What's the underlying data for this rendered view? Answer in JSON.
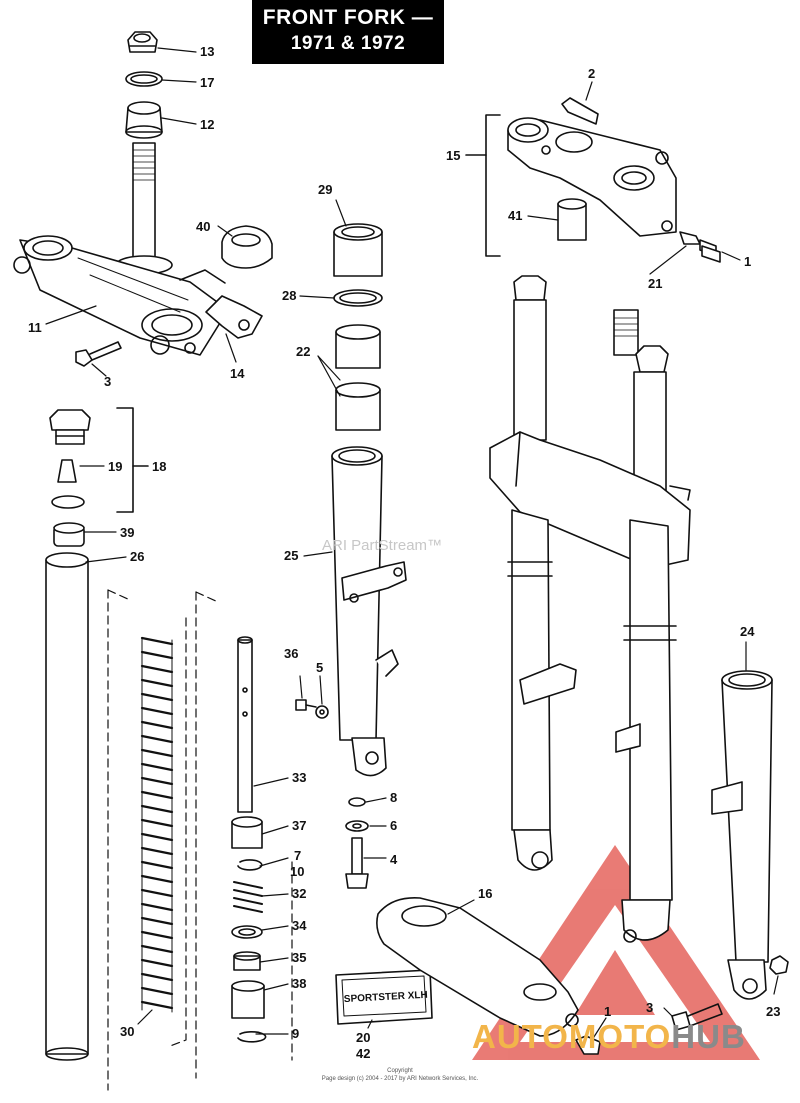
{
  "title": {
    "line1": "FRONT FORK —",
    "line2": "1971 & 1972"
  },
  "callouts": [
    "13",
    "17",
    "12",
    "40",
    "11",
    "3",
    "14",
    "18",
    "19",
    "39",
    "26",
    "30",
    "36",
    "5",
    "33",
    "37",
    "7",
    "10",
    "32",
    "34",
    "35",
    "38",
    "9",
    "29",
    "28",
    "22",
    "25",
    "8",
    "6",
    "4",
    "20",
    "42",
    "2",
    "15",
    "41",
    "1",
    "21",
    "24",
    "16",
    "3",
    "1",
    "23"
  ],
  "plate_text": "SPORTSTER XLH",
  "watermark": "ARI PartStream™",
  "footer": {
    "copyright": "Copyright",
    "page_design": "Page design (c) 2004 - 2017 by ARI Network Services, Inc."
  },
  "brand": {
    "part1": "AUTO",
    "part2": "MOTO",
    "part3": "HUB"
  },
  "colors": {
    "logo_red": "#e35a52",
    "logo_orange": "#f2b54a",
    "logo_gray": "#8a8a8a",
    "title_bg": "#000000"
  }
}
